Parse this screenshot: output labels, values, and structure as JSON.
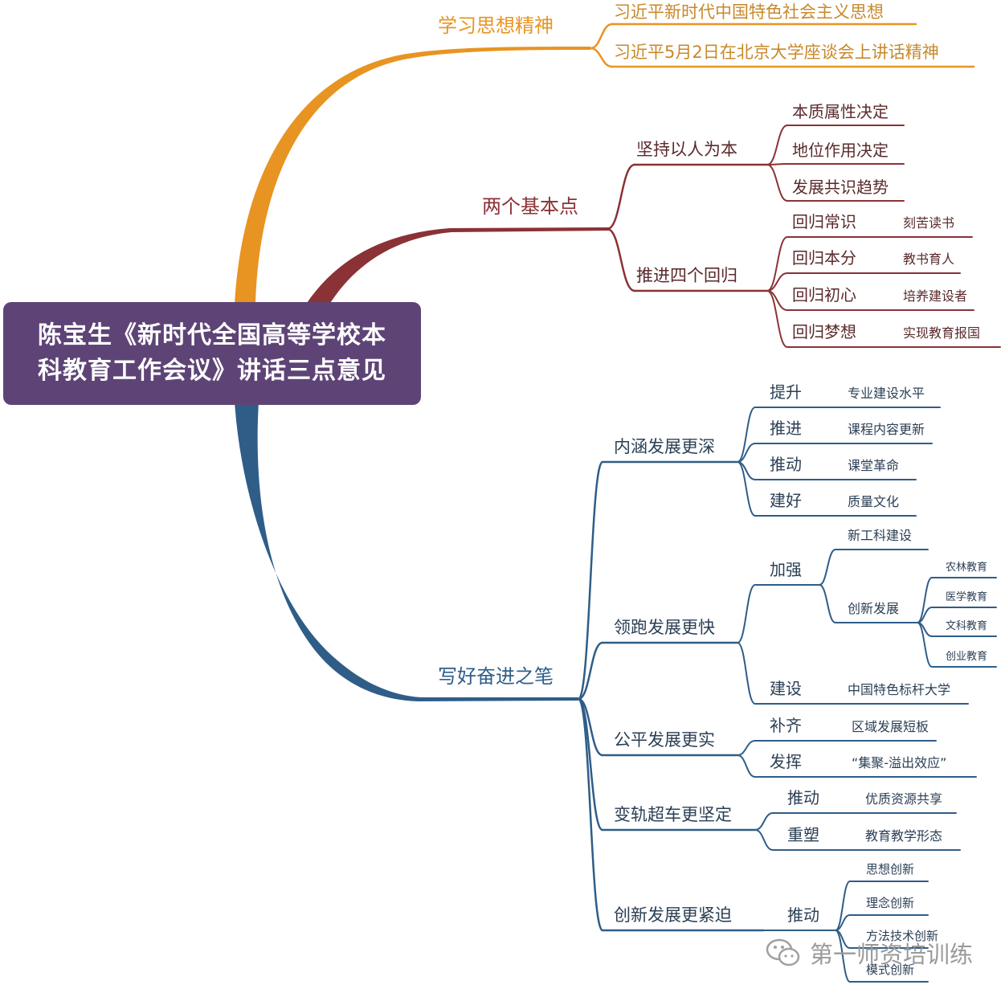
{
  "central": {
    "line1": "陈宝生《新时代全国高等学校本",
    "line2": "科教育工作会议》讲话三点意见"
  },
  "colors": {
    "orange": "#e89422",
    "maroon": "#8a3236",
    "blue": "#2f5d88",
    "central_bg": "#5e4476"
  },
  "branches": [
    {
      "label": "学习思想精神",
      "children": [
        {
          "label": "习近平新时代中国特色社会主义思想"
        },
        {
          "label": "习近平5月2日在北京大学座谈会上讲话精神"
        }
      ]
    },
    {
      "label": "两个基本点",
      "children": [
        {
          "label": "坚持以人为本",
          "children": [
            {
              "label": "本质属性决定"
            },
            {
              "label": "地位作用决定"
            },
            {
              "label": "发展共识趋势"
            }
          ]
        },
        {
          "label": "推进四个回归",
          "children": [
            {
              "label": "回归常识",
              "note": "刻苦读书"
            },
            {
              "label": "回归本分",
              "note": "教书育人"
            },
            {
              "label": "回归初心",
              "note": "培养建设者"
            },
            {
              "label": "回归梦想",
              "note": "实现教育报国"
            }
          ]
        }
      ]
    },
    {
      "label": "写好奋进之笔",
      "children": [
        {
          "label": "内涵发展更深",
          "children": [
            {
              "label": "提升",
              "note": "专业建设水平"
            },
            {
              "label": "推进",
              "note": "课程内容更新"
            },
            {
              "label": "推动",
              "note": "课堂革命"
            },
            {
              "label": "建好",
              "note": "质量文化"
            }
          ]
        },
        {
          "label": "领跑发展更快",
          "children": [
            {
              "label": "加强",
              "children": [
                {
                  "label": "新工科建设"
                },
                {
                  "label": "创新发展",
                  "children": [
                    {
                      "label": "农林教育"
                    },
                    {
                      "label": "医学教育"
                    },
                    {
                      "label": "文科教育"
                    },
                    {
                      "label": "创业教育"
                    }
                  ]
                }
              ]
            },
            {
              "label": "建设",
              "note": "中国特色标杆大学"
            }
          ]
        },
        {
          "label": "公平发展更实",
          "children": [
            {
              "label": "补齐",
              "note": "区域发展短板"
            },
            {
              "label": "发挥",
              "note": "“集聚-溢出效应”"
            }
          ]
        },
        {
          "label": "变轨超车更坚定",
          "children": [
            {
              "label": "推动",
              "note": "优质资源共享"
            },
            {
              "label": "重塑",
              "note": "教育教学形态"
            }
          ]
        },
        {
          "label": "创新发展更紧迫",
          "children": [
            {
              "label": "推动",
              "children": [
                {
                  "label": "思想创新"
                },
                {
                  "label": "理念创新"
                },
                {
                  "label": "方法技术创新"
                },
                {
                  "label": "模式创新"
                }
              ]
            }
          ]
        }
      ]
    }
  ],
  "watermark": {
    "icon": "wechat-icon",
    "text": "第一师资培训练"
  }
}
